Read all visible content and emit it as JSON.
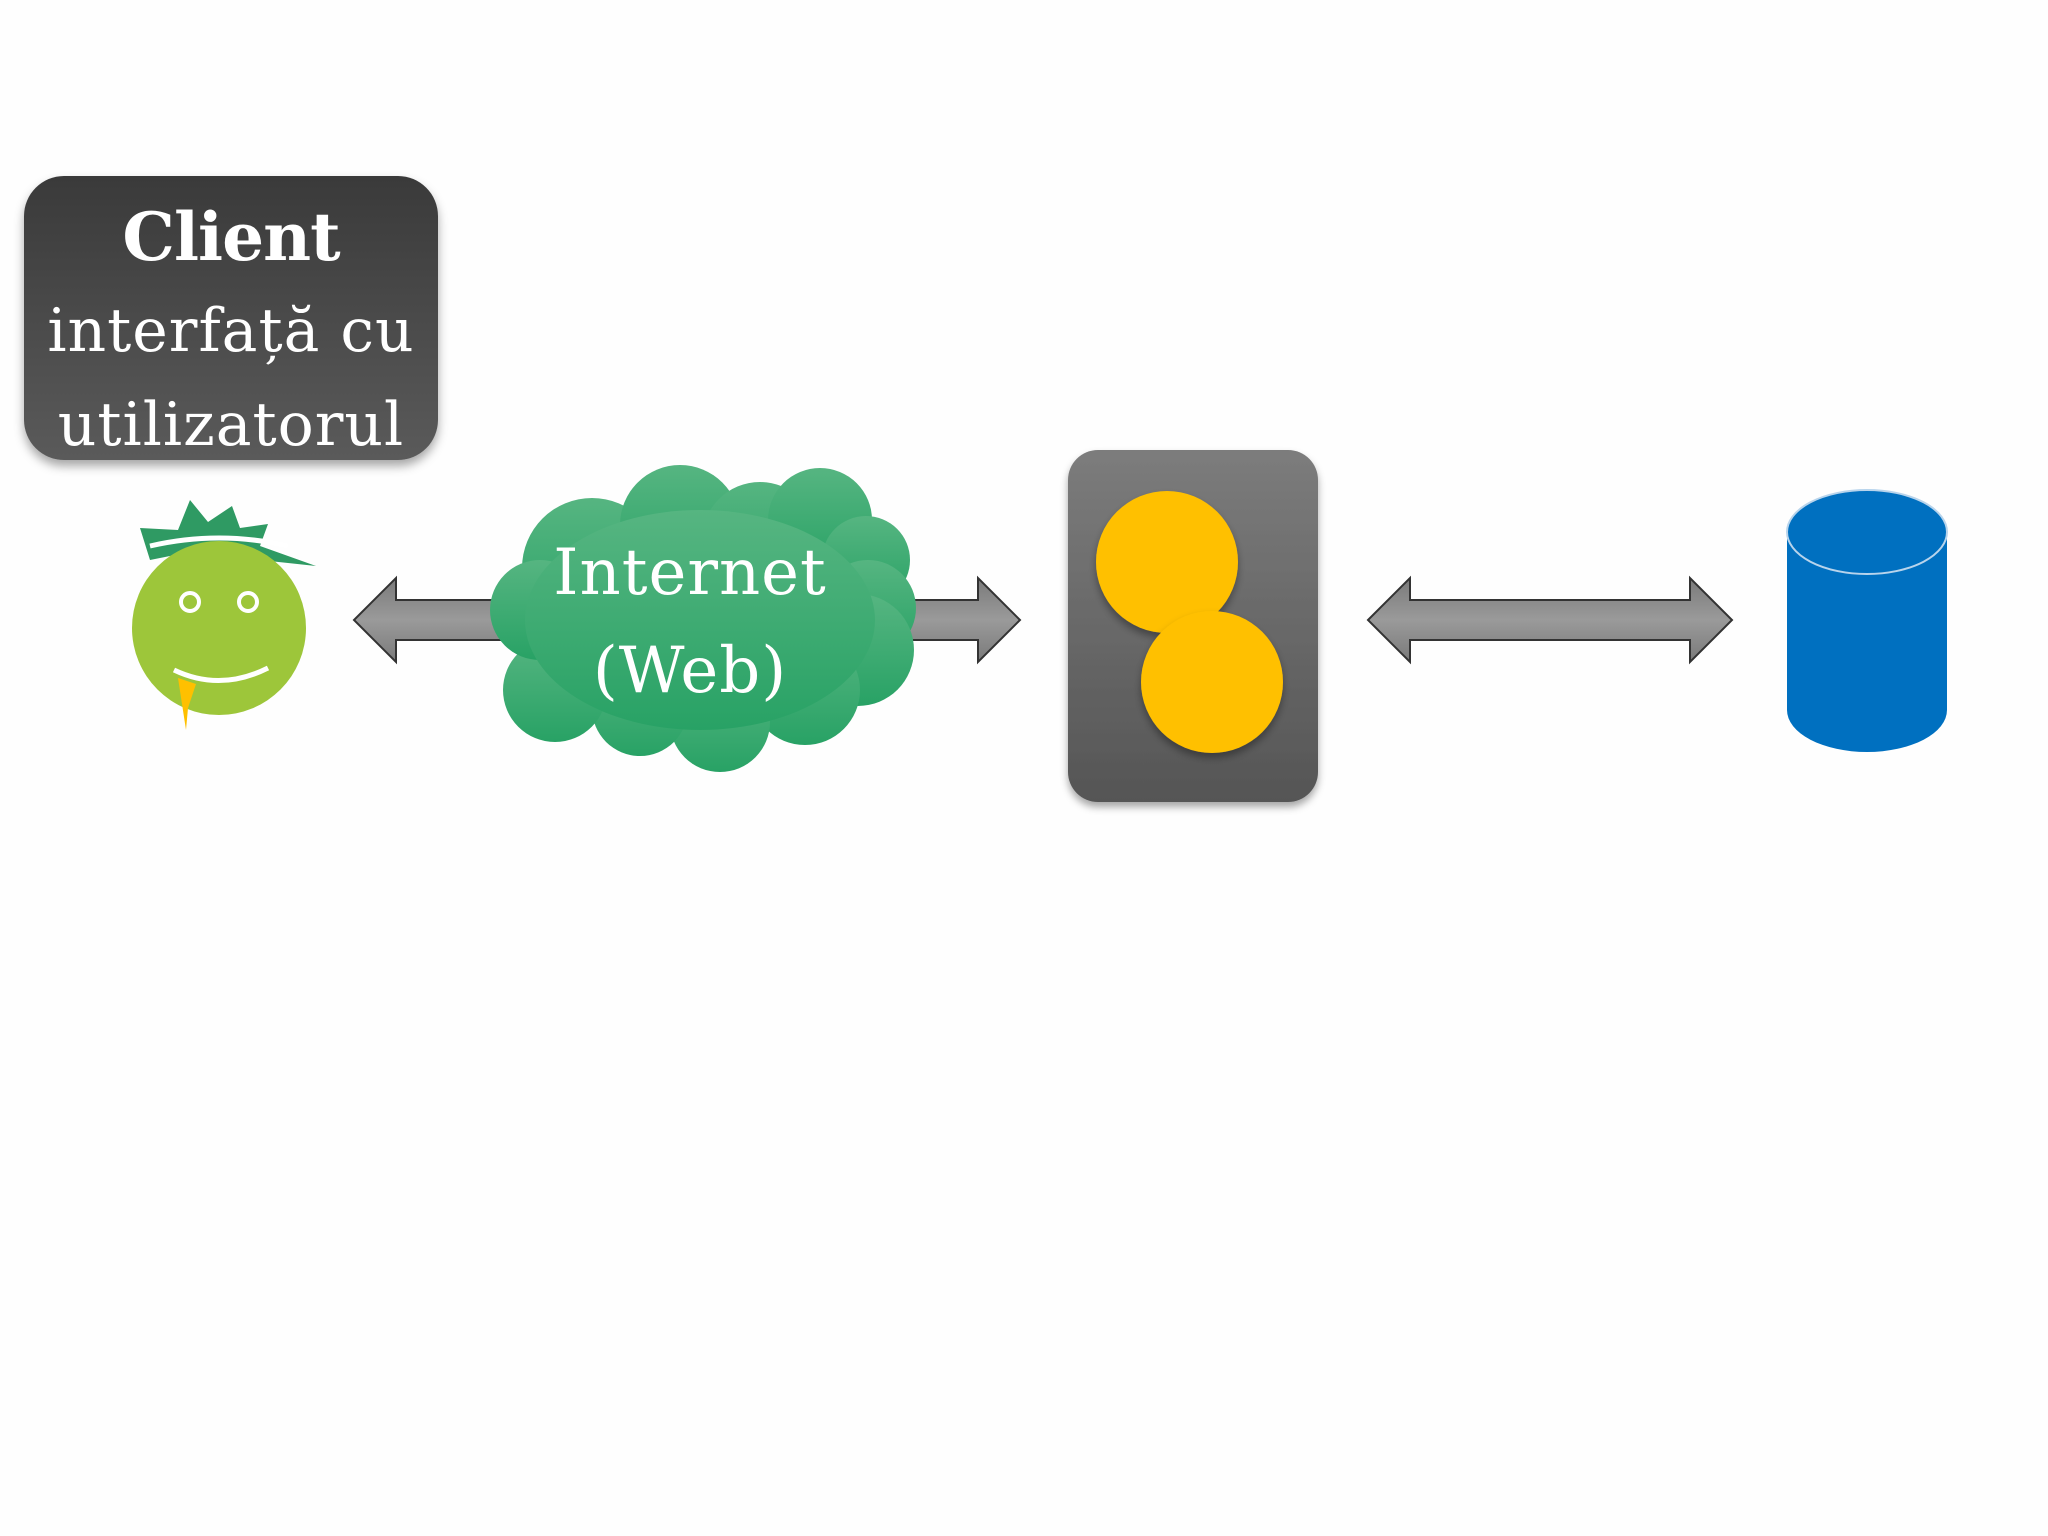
{
  "client": {
    "title": "Client",
    "line1": "interfață cu",
    "line2": "utilizatorul"
  },
  "cloud": {
    "line1": "Internet",
    "line2": "(Web)"
  },
  "icons": [
    "smiley-icon",
    "cloud-icon",
    "server-icon",
    "database-icon"
  ],
  "colors": {
    "client_box": "#4a4a4a",
    "smiley": "#9dc63a",
    "spikes": "#2f9a63",
    "cloud": "#36ac70",
    "server_box": "#666666",
    "server_circles": "#ffc000",
    "database": "#0070c0",
    "arrows": "#8a8a8a"
  }
}
